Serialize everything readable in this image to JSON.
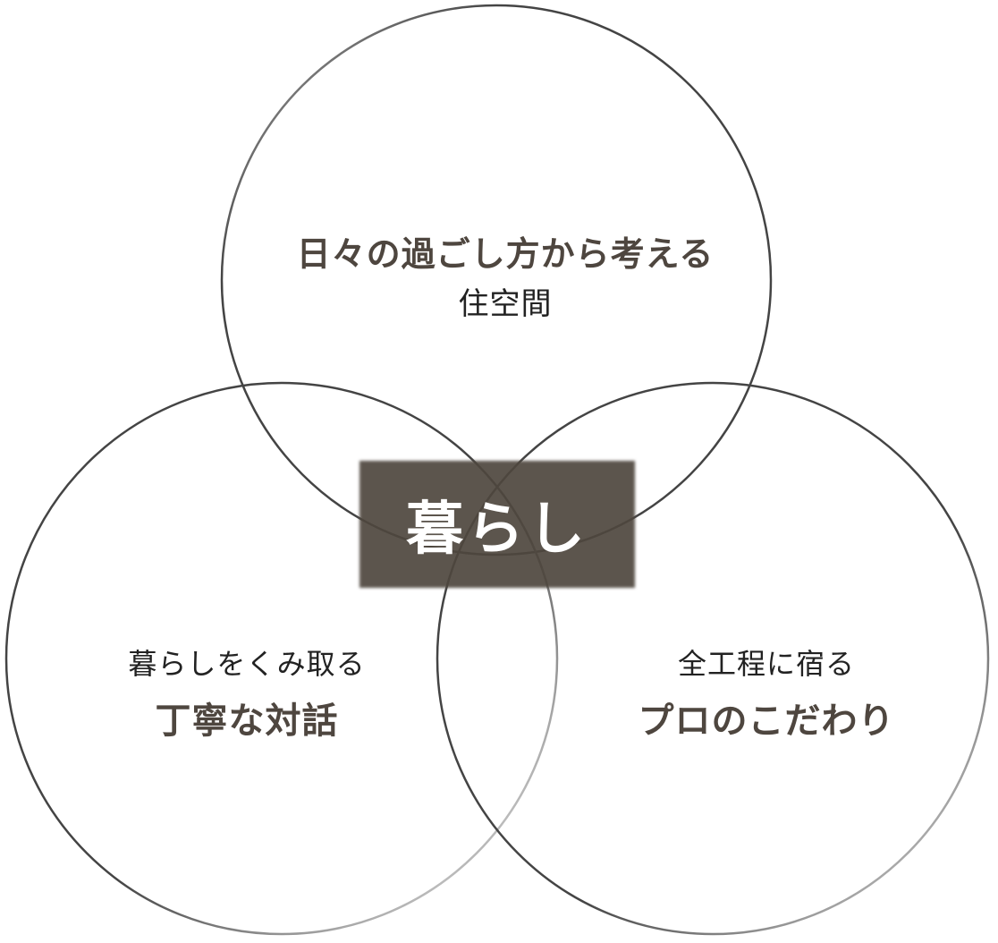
{
  "colors": {
    "circle_stroke": "#444444",
    "circle_fade": "#bbbbbb",
    "center_fill": "#4e463e",
    "center_text": "#ffffff",
    "label_strong": "#4e463f",
    "label_light": "#222222"
  },
  "circles": {
    "top": {
      "title": "日々の過ごし方から考える",
      "subtitle": "住空間"
    },
    "left": {
      "subtitle": "暮らしをくみ取る",
      "title": "丁寧な対話"
    },
    "right": {
      "subtitle": "全工程に宿る",
      "title": "プロのこだわり"
    }
  },
  "center": {
    "label": "暮らし"
  }
}
